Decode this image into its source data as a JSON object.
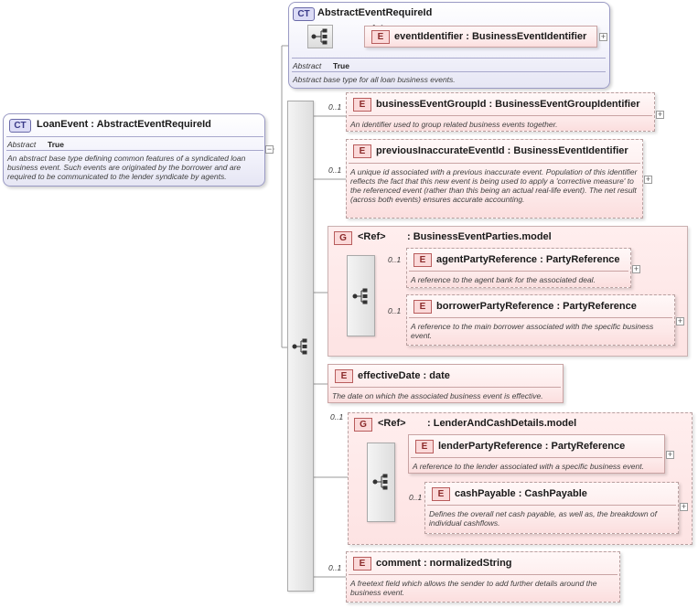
{
  "root": {
    "badge": "CT",
    "title": "LoanEvent : AbstractEventRequireId",
    "attr_key": "Abstract",
    "attr_value": "True",
    "description": "An abstract base type defining common features of a syndicated loan business event. Such events are originated by the borrower and are required to be communicated to the lender syndicate by agents."
  },
  "base": {
    "badge": "CT",
    "title": "AbstractEventRequireId",
    "attr_key": "Abstract",
    "attr_value": "True",
    "description": "Abstract base type for all loan business events.",
    "child": {
      "badge": "E",
      "title": "eventIdentifier : BusinessEventIdentifier",
      "cardinality": "1..*"
    }
  },
  "elements": [
    {
      "badge": "E",
      "title": "businessEventGroupId : BusinessEventGroupIdentifier",
      "cardinality": "0..1",
      "description": "An identifier used to group related business events together."
    },
    {
      "badge": "E",
      "title": "previousInaccurateEventId : BusinessEventIdentifier",
      "cardinality": "0..1",
      "description": "A unique id associated with a previous inaccurate event. Population of this identifier reflects the fact that this new event is being used to apply a 'corrective measure' to the referenced event (rather than this being an actual real-life event). The net result (across both events) ensures accurate accounting."
    },
    {
      "badge": "E",
      "title": "effectiveDate : date",
      "cardinality": "",
      "description": "The date on which the associated business event is effective."
    },
    {
      "badge": "E",
      "title": "comment : normalizedString",
      "cardinality": "0..1",
      "description": "A freetext field which allows the sender to add further details around the business event."
    }
  ],
  "groups": [
    {
      "badge": "G",
      "ref": "<Ref>",
      "title": ": BusinessEventParties.model",
      "cardinality": "",
      "children": [
        {
          "badge": "E",
          "title": "agentPartyReference : PartyReference",
          "cardinality": "0..1",
          "description": "A reference to the agent bank for the associated deal."
        },
        {
          "badge": "E",
          "title": "borrowerPartyReference : PartyReference",
          "cardinality": "0..1",
          "description": "A reference to the main borrower associated with the specific business event."
        }
      ]
    },
    {
      "badge": "G",
      "ref": "<Ref>",
      "title": ": LenderAndCashDetails.model",
      "cardinality": "0..1",
      "children": [
        {
          "badge": "E",
          "title": "lenderPartyReference : PartyReference",
          "cardinality": "",
          "description": "A reference to the lender associated with a specific business event."
        },
        {
          "badge": "E",
          "title": "cashPayable : CashPayable",
          "cardinality": "0..1",
          "description": "Defines the overall net cash payable, as well as, the breakdown of individual cashflows."
        }
      ]
    }
  ],
  "icons": {
    "expand": "plus-icon",
    "collapse": "minus-icon",
    "sequence": "sequence-compositor-icon"
  }
}
